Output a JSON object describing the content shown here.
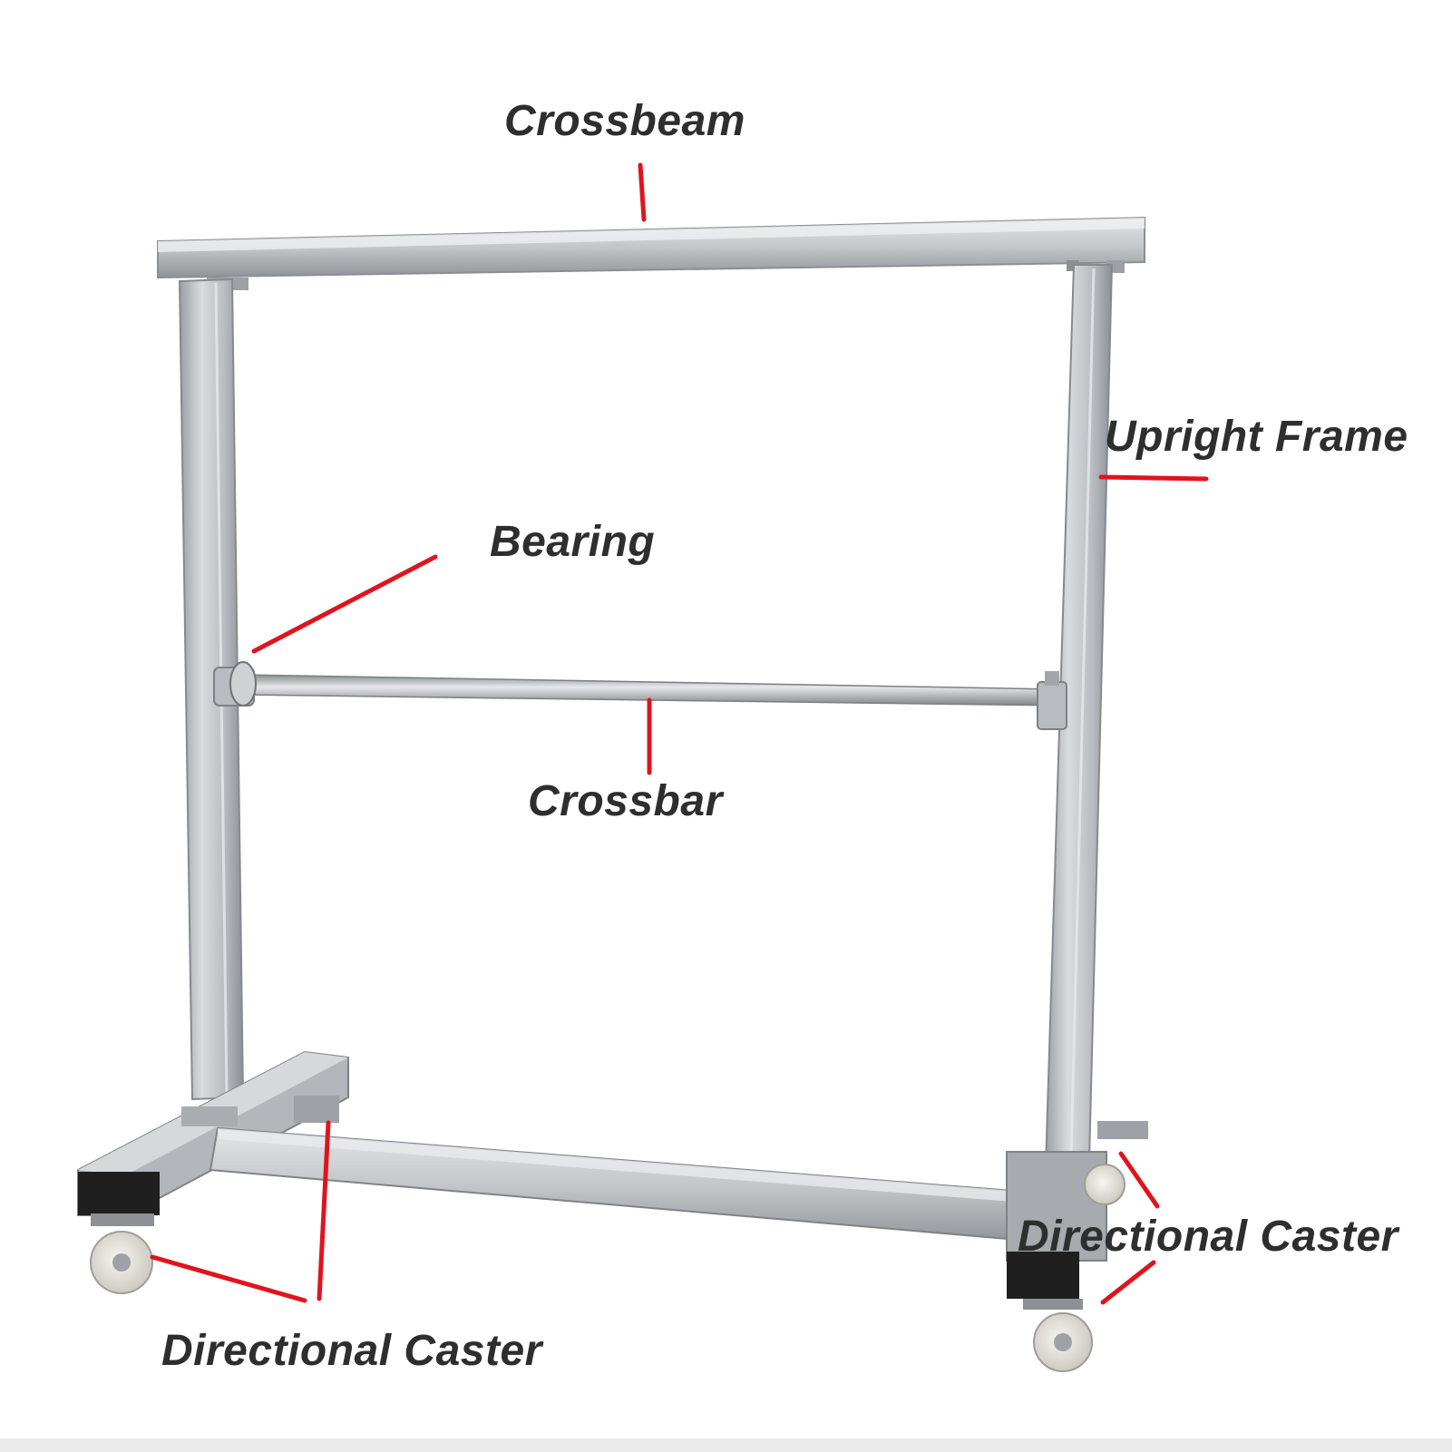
{
  "labels": {
    "crossbeam": "Crossbeam",
    "upright_frame": "Upright Frame",
    "bearing": "Bearing",
    "crossbar": "Crossbar",
    "directional_caster_right": "Directional Caster",
    "directional_caster_left": "Directional Caster"
  },
  "colors": {
    "leader_line": "#e0141e",
    "label_text": "#2e2e2e",
    "steel_light": "#d6d9dc",
    "steel_mid": "#aeb2b6",
    "steel_dark": "#7d8185",
    "caster_base": "#1f1f1f",
    "wheel": "#e9e7e0"
  }
}
